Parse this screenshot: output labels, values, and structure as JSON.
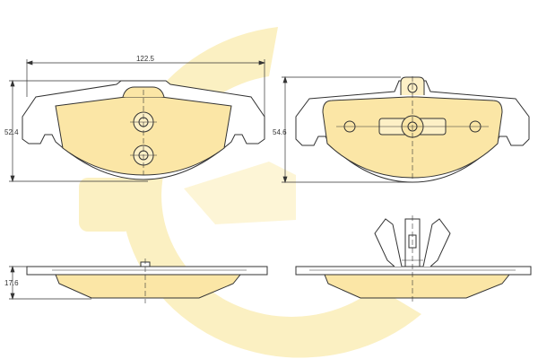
{
  "dimensions": {
    "width_label": "122.5",
    "height_front_label": "52.4",
    "height_rear_label": "54.6",
    "thickness_label": "17.6"
  },
  "colors": {
    "pad_fill": "#fbe6a6",
    "pad_fill_light": "#fdf0c6",
    "watermark": "#fbf0c2",
    "watermark_dark": "#f7e4a0",
    "line": "#333333"
  },
  "watermark": {
    "type": "brand-logo",
    "description_letters": "G"
  }
}
